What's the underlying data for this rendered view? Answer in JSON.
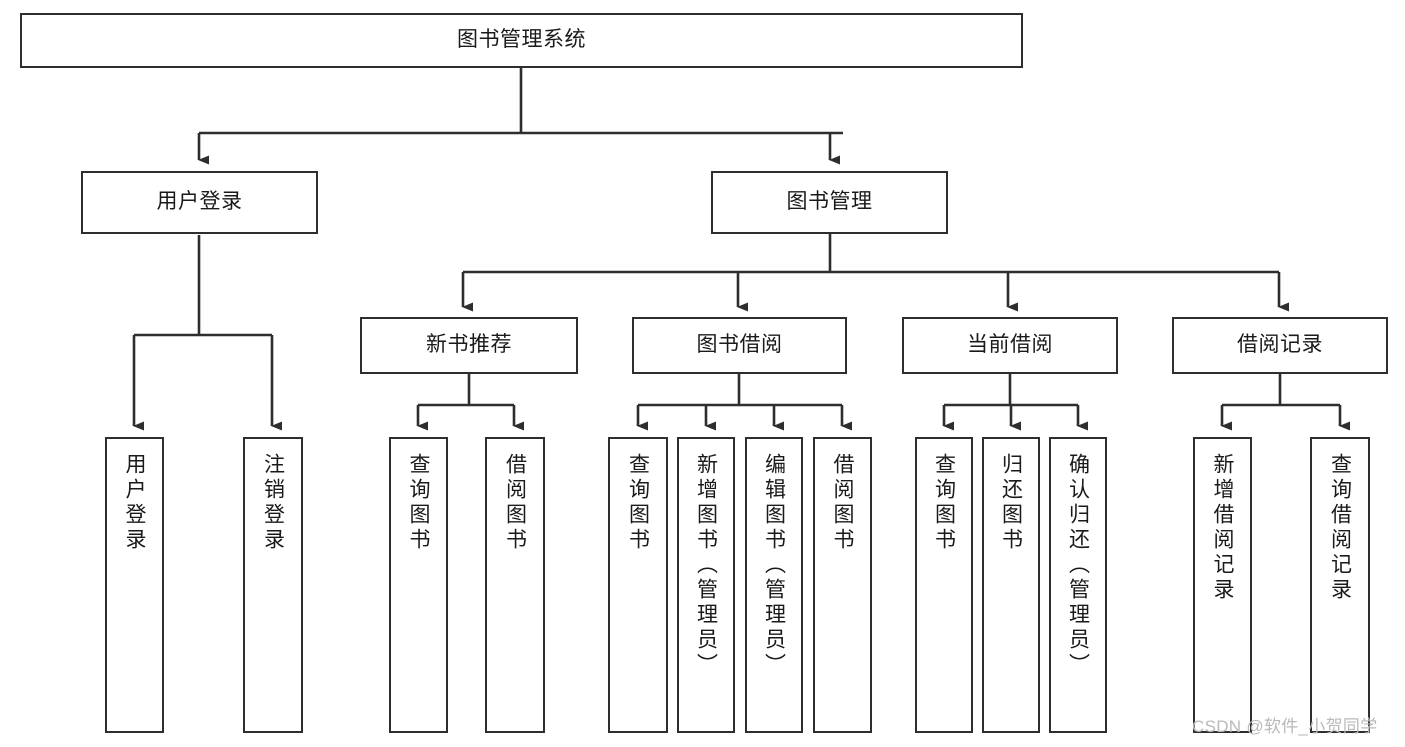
{
  "diagram": {
    "title_node": {
      "label": "图书管理系统"
    },
    "level1": [
      {
        "id": "user-login",
        "label": "用户登录"
      },
      {
        "id": "book-manage",
        "label": "图书管理"
      }
    ],
    "level2": [
      {
        "id": "new-book-recommend",
        "label": "新书推荐"
      },
      {
        "id": "book-borrow",
        "label": "图书借阅"
      },
      {
        "id": "current-borrow",
        "label": "当前借阅"
      },
      {
        "id": "borrow-record",
        "label": "借阅记录"
      }
    ],
    "leaves": [
      {
        "id": "leaf-user-login",
        "label": "用户登录",
        "group": "user-login"
      },
      {
        "id": "leaf-logout-login",
        "label": "注销登录",
        "group": "user-login"
      },
      {
        "id": "leaf-query-book-1",
        "label": "查询图书",
        "group": "new-book-recommend"
      },
      {
        "id": "leaf-borrow-book-1",
        "label": "借阅图书",
        "group": "new-book-recommend"
      },
      {
        "id": "leaf-query-book-2",
        "label": "查询图书",
        "group": "book-borrow"
      },
      {
        "id": "leaf-add-book",
        "label": "新增图书（管理员）",
        "group": "book-borrow"
      },
      {
        "id": "leaf-edit-book",
        "label": "编辑图书（管理员）",
        "group": "book-borrow"
      },
      {
        "id": "leaf-borrow-book-2",
        "label": "借阅图书",
        "group": "book-borrow"
      },
      {
        "id": "leaf-query-book-3",
        "label": "查询图书",
        "group": "current-borrow"
      },
      {
        "id": "leaf-return-book",
        "label": "归还图书",
        "group": "current-borrow"
      },
      {
        "id": "leaf-confirm-return",
        "label": "确认归还（管理员）",
        "group": "current-borrow"
      },
      {
        "id": "leaf-add-record",
        "label": "新增借阅记录",
        "group": "borrow-record"
      },
      {
        "id": "leaf-query-record",
        "label": "查询借阅记录",
        "group": "borrow-record"
      }
    ],
    "colors": {
      "box_border": "#2e2e2e",
      "box_fill": "#ffffff",
      "connector": "#2e2e2e",
      "text": "#1a1a1a",
      "watermark": "#b9b9b9",
      "background": "#ffffff"
    }
  },
  "watermark": {
    "text": "CSDN @软件_小贺同学"
  }
}
